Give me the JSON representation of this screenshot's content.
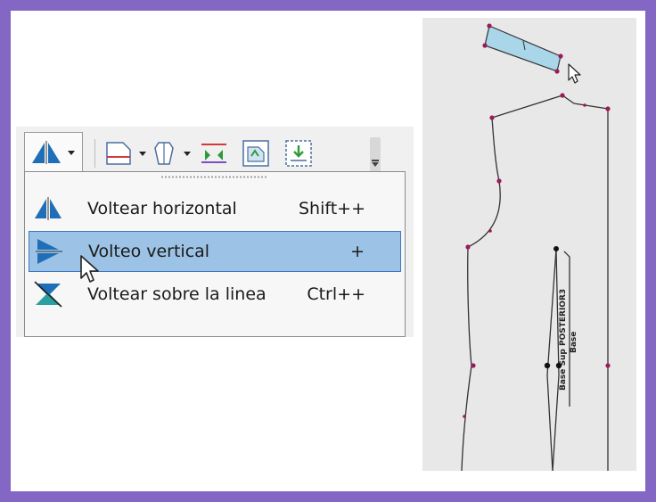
{
  "toolbar": {
    "icons": [
      "flip-icon",
      "boundary-icon",
      "piece-icon",
      "align-icon",
      "rotate-icon",
      "import-icon"
    ],
    "accent": "#1e73be"
  },
  "menu": {
    "items": [
      {
        "label": "Voltear horizontal",
        "shortcut": "Shift++",
        "icon": "flip-horizontal-icon"
      },
      {
        "label": "Volteo vertical",
        "shortcut": "+",
        "icon": "flip-vertical-icon",
        "selected": true
      },
      {
        "label": "Voltear sobre la linea",
        "shortcut": "Ctrl++",
        "icon": "flip-line-icon"
      }
    ],
    "highlight_color": "#9cc3e5"
  },
  "pattern": {
    "piece_label_1": "Base Sup POSTERIOR3",
    "piece_label_2": "Base",
    "point_color": "#9a1a5a",
    "selection_color": "#a9d6e8"
  }
}
